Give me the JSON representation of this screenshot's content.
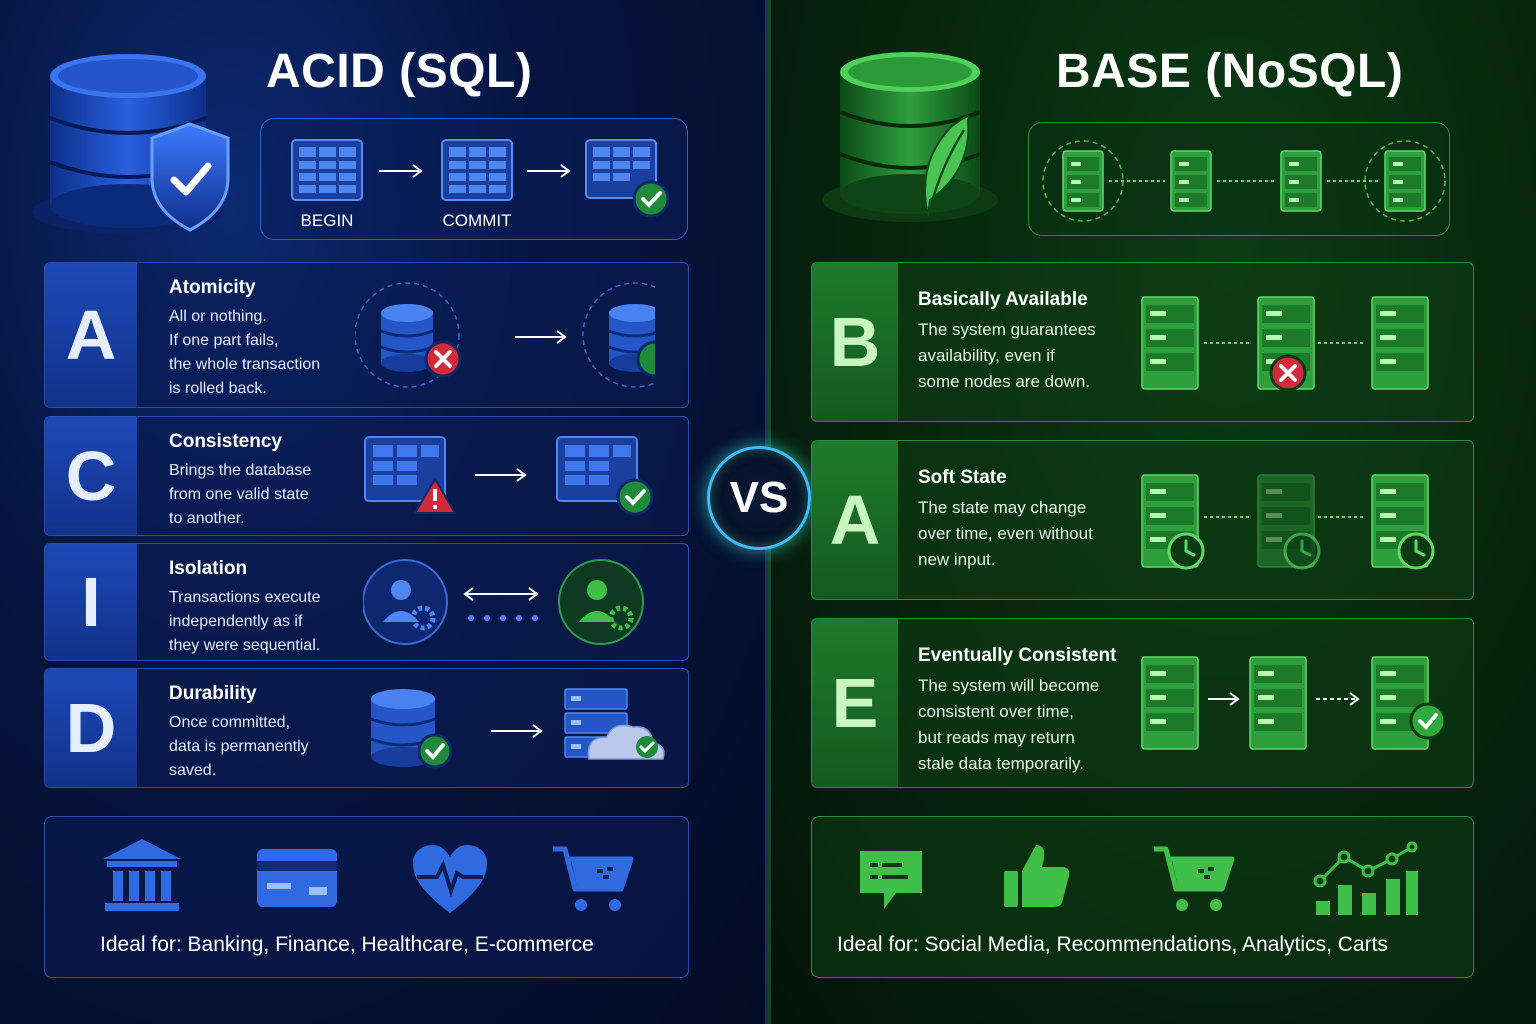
{
  "acid": {
    "title": "ACID (SQL)",
    "flow": {
      "begin": "BEGIN",
      "commit": "COMMIT"
    },
    "properties": [
      {
        "letter": "A",
        "name": "Atomicity",
        "desc": "All or nothing.\nIf one part fails,\nthe whole transaction\nis rolled back."
      },
      {
        "letter": "C",
        "name": "Consistency",
        "desc": "Brings the database\nfrom one valid state\nto another."
      },
      {
        "letter": "I",
        "name": "Isolation",
        "desc": "Transactions execute\nindependently as if\nthey were sequential."
      },
      {
        "letter": "D",
        "name": "Durability",
        "desc": "Once committed,\ndata is permanently\nsaved."
      }
    ],
    "ideal": "Ideal for: Banking, Finance, Healthcare, E-commerce",
    "icons": [
      "bank-icon",
      "credit-card-icon",
      "heartbeat-icon",
      "shopping-cart-icon"
    ],
    "accent": "#2f6ae0"
  },
  "base": {
    "title": "BASE (NoSQL)",
    "properties": [
      {
        "letter": "B",
        "name": "Basically Available",
        "desc": "The system guarantees\navailability, even if\nsome nodes are down."
      },
      {
        "letter": "A",
        "name": "Soft State",
        "desc": "The state may change\nover time, even without\nnew input."
      },
      {
        "letter": "E",
        "name": "Eventually Consistent",
        "desc": "The system will become\nconsistent over time,\nbut reads may return\nstale data temporarily."
      }
    ],
    "ideal": "Ideal for: Social Media, Recommendations, Analytics, Carts",
    "icons": [
      "chat-icon",
      "thumbs-up-icon",
      "shopping-cart-icon",
      "analytics-chart-icon"
    ],
    "accent": "#3fbf4a"
  },
  "vs": "VS"
}
